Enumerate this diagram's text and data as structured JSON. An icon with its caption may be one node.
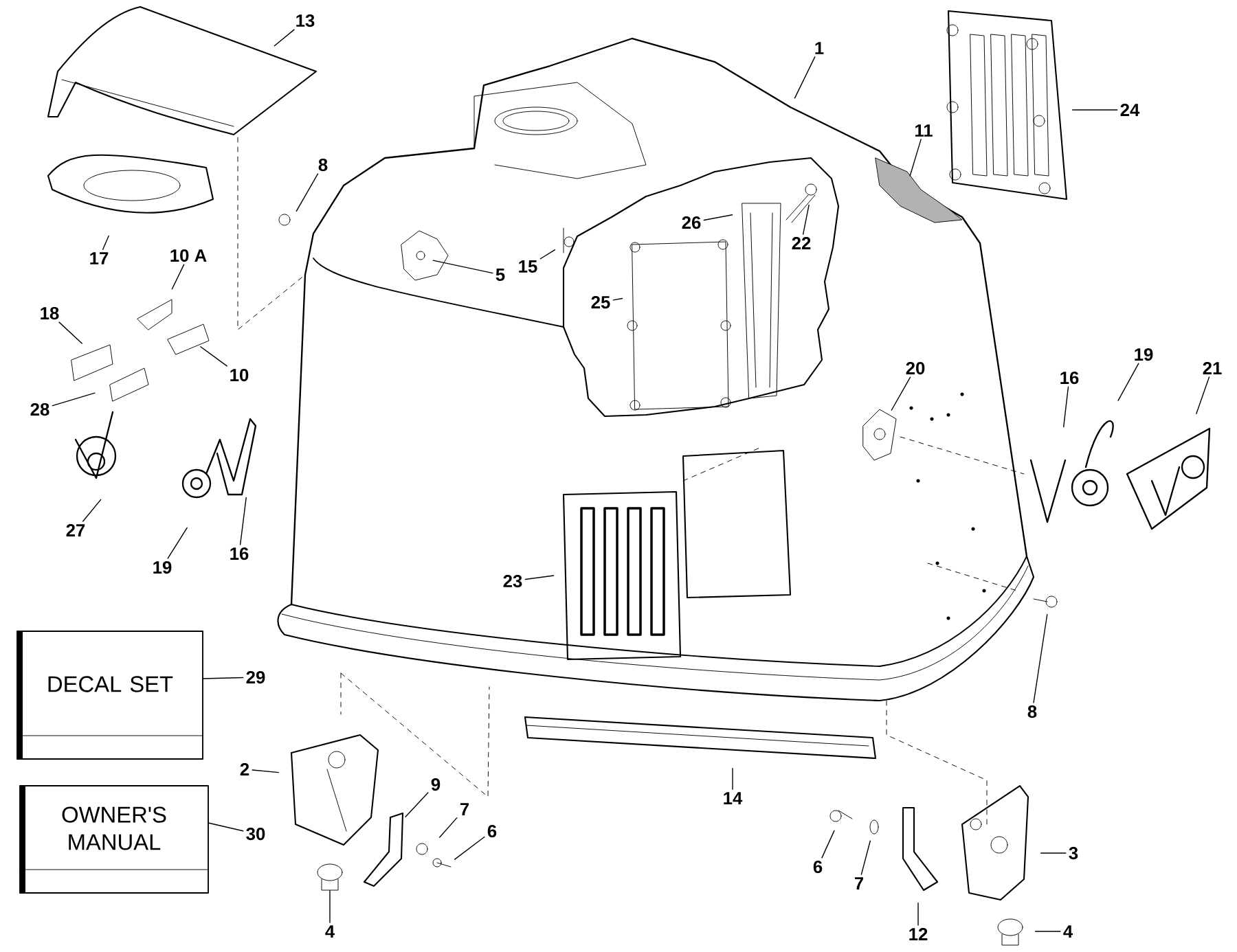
{
  "diagram": {
    "nodes": [
      {
        "text": [
          "13"
        ]
      },
      {
        "text": [
          "1"
        ]
      },
      {
        "text": [
          "24"
        ]
      },
      {
        "text": [
          "11"
        ]
      },
      {
        "text": [
          "8"
        ]
      },
      {
        "text": [
          "17"
        ]
      },
      {
        "text": [
          "26"
        ]
      },
      {
        "text": [
          "22"
        ]
      },
      {
        "text": [
          "10 A"
        ]
      },
      {
        "text": [
          "5"
        ]
      },
      {
        "text": [
          "15"
        ]
      },
      {
        "text": [
          "25"
        ]
      },
      {
        "text": [
          "18"
        ]
      },
      {
        "text": [
          "20"
        ]
      },
      {
        "text": [
          "10"
        ]
      },
      {
        "text": [
          "16"
        ]
      },
      {
        "text": [
          "19"
        ]
      },
      {
        "text": [
          "21"
        ]
      },
      {
        "text": [
          "28"
        ]
      },
      {
        "text": [
          "27"
        ]
      },
      {
        "text": [
          "16"
        ]
      },
      {
        "text": [
          "19"
        ]
      },
      {
        "text": [
          "23"
        ]
      },
      {
        "text": [
          "DECAL SET"
        ]
      },
      {
        "text": [
          "29"
        ]
      },
      {
        "text": [
          "8"
        ]
      },
      {
        "text": [
          "2"
        ]
      },
      {
        "text": [
          "9"
        ]
      },
      {
        "text": [
          "14"
        ]
      },
      {
        "text": [
          "7"
        ]
      },
      {
        "text": [
          "OWNER'S MANUAL"
        ]
      },
      {
        "text": [
          "30"
        ]
      },
      {
        "text": [
          "6"
        ]
      },
      {
        "text": [
          "3"
        ]
      },
      {
        "text": [
          "6"
        ]
      },
      {
        "text": [
          "7"
        ]
      },
      {
        "text": [
          "4"
        ]
      },
      {
        "text": [
          "4"
        ]
      },
      {
        "text": [
          "12"
        ]
      }
    ],
    "edges": [
      {
        "from": 0,
        "to": null,
        "arrow": "none"
      },
      {
        "from": 1,
        "to": null,
        "arrow": "none"
      },
      {
        "from": 2,
        "to": null,
        "arrow": "none"
      },
      {
        "from": 3,
        "to": null,
        "arrow": "none"
      },
      {
        "from": 4,
        "to": null,
        "arrow": "none"
      },
      {
        "from": 5,
        "to": null,
        "arrow": "none"
      },
      {
        "from": 6,
        "to": null,
        "arrow": "none"
      },
      {
        "from": 7,
        "to": null,
        "arrow": "none"
      },
      {
        "from": 8,
        "to": null,
        "arrow": "none"
      },
      {
        "from": 9,
        "to": null,
        "arrow": "none"
      },
      {
        "from": 10,
        "to": null,
        "arrow": "none"
      },
      {
        "from": 11,
        "to": null,
        "arrow": "none"
      },
      {
        "from": 12,
        "to": null,
        "arrow": "none"
      },
      {
        "from": 13,
        "to": null,
        "arrow": "none"
      },
      {
        "from": 14,
        "to": null,
        "arrow": "none"
      },
      {
        "from": 15,
        "to": null,
        "arrow": "none"
      },
      {
        "from": 16,
        "to": null,
        "arrow": "none"
      },
      {
        "from": 17,
        "to": null,
        "arrow": "none"
      },
      {
        "from": 18,
        "to": null,
        "arrow": "none"
      },
      {
        "from": 19,
        "to": null,
        "arrow": "none"
      },
      {
        "from": 20,
        "to": null,
        "arrow": "none"
      },
      {
        "from": 21,
        "to": null,
        "arrow": "none"
      },
      {
        "from": 22,
        "to": null,
        "arrow": "none"
      },
      {
        "from": 24,
        "to": 23,
        "arrow": "none"
      },
      {
        "from": 25,
        "to": null,
        "arrow": "none"
      },
      {
        "from": 26,
        "to": null,
        "arrow": "none"
      },
      {
        "from": 27,
        "to": null,
        "arrow": "none"
      },
      {
        "from": 28,
        "to": null,
        "arrow": "none"
      },
      {
        "from": 29,
        "to": null,
        "arrow": "none"
      },
      {
        "from": 31,
        "to": 30,
        "arrow": "none"
      },
      {
        "from": 32,
        "to": null,
        "arrow": "none"
      },
      {
        "from": 33,
        "to": null,
        "arrow": "none"
      },
      {
        "from": 34,
        "to": null,
        "arrow": "none"
      },
      {
        "from": 35,
        "to": null,
        "arrow": "none"
      },
      {
        "from": 36,
        "to": null,
        "arrow": "none"
      },
      {
        "from": 37,
        "to": null,
        "arrow": "none"
      },
      {
        "from": 38,
        "to": null,
        "arrow": "none"
      }
    ]
  }
}
